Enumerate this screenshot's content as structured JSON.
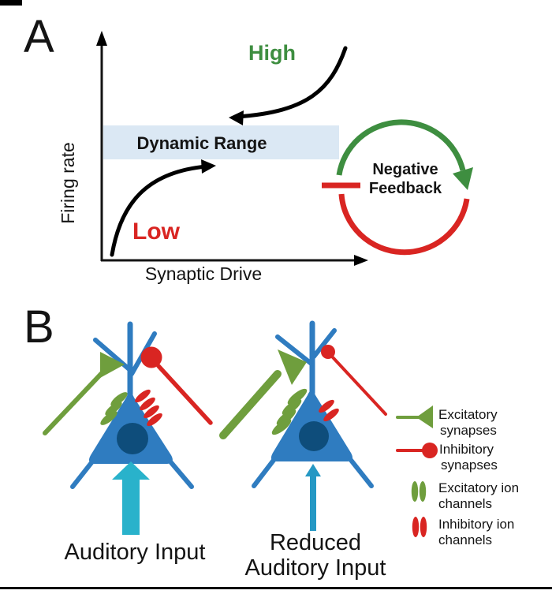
{
  "figure": {
    "panel_a": {
      "label": "A",
      "y_axis": "Firing rate",
      "x_axis": "Synaptic Drive",
      "band": "Dynamic Range",
      "high": "High",
      "low": "Low",
      "feedback_line1": "Negative",
      "feedback_line2": "Feedback"
    },
    "panel_b": {
      "label": "B",
      "left_caption": "Auditory Input",
      "right_caption_line1": "Reduced",
      "right_caption_line2": "Auditory Input",
      "legend": [
        {
          "line1": "Excitatory",
          "line2": "synapses"
        },
        {
          "line1": "Inhibitory",
          "line2": "synapses"
        },
        {
          "line1": "Excitatory ion",
          "line2": "channels"
        },
        {
          "line1": "Inhibitory ion",
          "line2": "channels"
        }
      ]
    },
    "colors": {
      "feedback_green": "#3e8e40",
      "inhibition_red": "#d92522",
      "synapse_olive": "#6f9e3d",
      "neuron_blue": "#2f7cc0",
      "nucleus_navy": "#0e4d7b",
      "input_arrow_cyan": "#29b2cb",
      "reduced_arrow_teal": "#2598c4",
      "dynamic_range_band": "#dbe8f4"
    }
  }
}
